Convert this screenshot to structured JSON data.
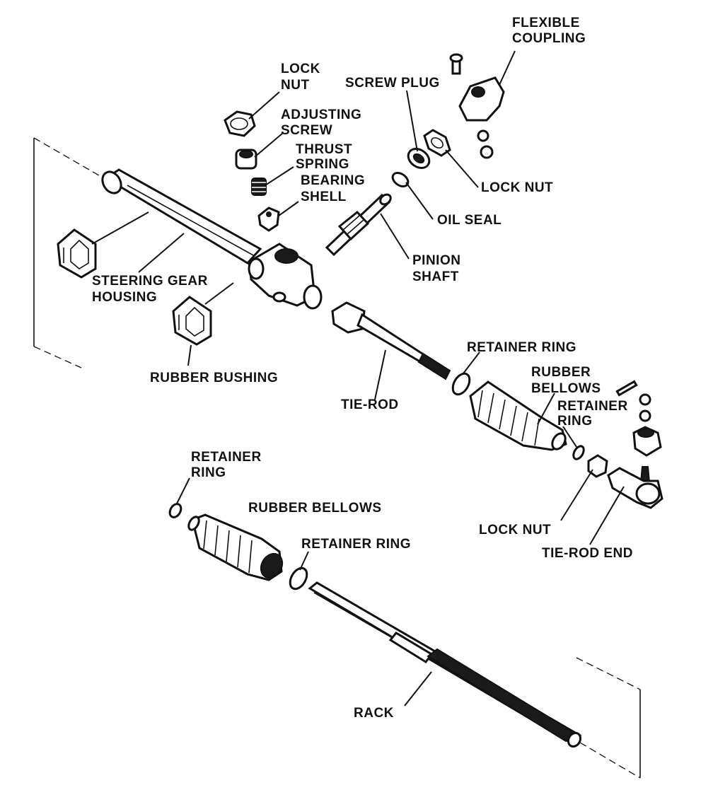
{
  "labels": {
    "flexible_coupling_1": "FLEXIBLE",
    "flexible_coupling_2": "COUPLING",
    "lock_nut_top_1": "LOCK",
    "lock_nut_top_2": "NUT",
    "screw_plug": "SCREW PLUG",
    "adjusting_screw_1": "ADJUSTING",
    "adjusting_screw_2": "SCREW",
    "thrust_spring_1": "THRUST",
    "thrust_spring_2": "SPRING",
    "bearing_shell_1": "BEARING",
    "bearing_shell_2": "SHELL",
    "lock_nut_right": "LOCK NUT",
    "oil_seal": "OIL SEAL",
    "pinion_shaft_1": "PINION",
    "pinion_shaft_2": "SHAFT",
    "steering_gear_housing_1": "STEERING GEAR",
    "steering_gear_housing_2": "HOUSING",
    "rubber_bushing": "RUBBER BUSHING",
    "retainer_ring_mid": "RETAINER RING",
    "rubber_bellows_right_1": "RUBBER",
    "rubber_bellows_right_2": "BELLOWS",
    "retainer_ring_right_1": "RETAINER",
    "retainer_ring_right_2": "RING",
    "tie_rod": "TIE-ROD",
    "retainer_ring_left_1": "RETAINER",
    "retainer_ring_left_2": "RING",
    "rubber_bellows_left": "RUBBER BELLOWS",
    "retainer_ring_lower": "RETAINER RING",
    "lock_nut_lower": "LOCK NUT",
    "tie_rod_end": "TIE-ROD END",
    "rack": "RACK"
  },
  "colors": {
    "ink": "#111111",
    "paper": "#ffffff"
  }
}
